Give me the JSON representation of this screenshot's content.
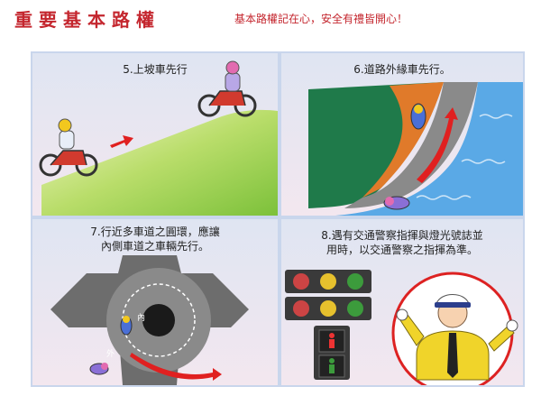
{
  "header": {
    "title": "重要基本路權",
    "subtitle": "基本路權記在心，安全有禮皆開心！"
  },
  "panels": [
    {
      "caption": "5.上坡車先行"
    },
    {
      "caption": "6.道路外緣車先行。"
    },
    {
      "caption_line1": "7.行近多車道之圓環，應讓",
      "caption_line2": "內側車道之車輛先行。",
      "label_inner": "內",
      "label_outer": "外"
    },
    {
      "caption_line1": "8.遇有交通警察指揮與燈光號誌並",
      "caption_line2": "用時，以交通警察之指揮為準。"
    }
  ],
  "colors": {
    "title": "#c4262e",
    "hill": "#8fc63f",
    "arrow": "#e02020",
    "sea": "#5aa9e6",
    "police_shirt": "#f0d42a"
  }
}
